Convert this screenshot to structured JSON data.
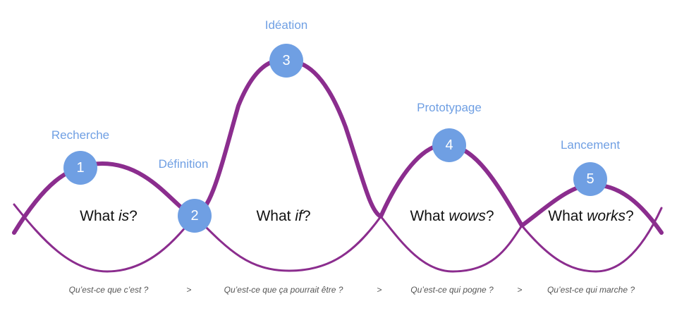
{
  "stages": [
    {
      "number": "1",
      "label": "Recherche"
    },
    {
      "number": "2",
      "label": "Définition"
    },
    {
      "number": "3",
      "label": "Idéation"
    },
    {
      "number": "4",
      "label": "Prototypage"
    },
    {
      "number": "5",
      "label": "Lancement"
    }
  ],
  "questions": [
    {
      "before": "What ",
      "em": "is",
      "after": "?"
    },
    {
      "before": "What ",
      "em": "if",
      "after": "?"
    },
    {
      "before": "What ",
      "em": "wows",
      "after": "?"
    },
    {
      "before": "What ",
      "em": "works",
      "after": "?"
    }
  ],
  "sub_questions": [
    "Qu’est-ce que c’est ?",
    "Qu’est-ce que ça pourrait être ?",
    "Qu’est-ce qui pogne ?",
    "Qu’est-ce qui marche ?"
  ],
  "separator": ">",
  "colors": {
    "curve": "#8b2d8e",
    "node": "#6f9fe3",
    "label": "#6f9fe3"
  }
}
